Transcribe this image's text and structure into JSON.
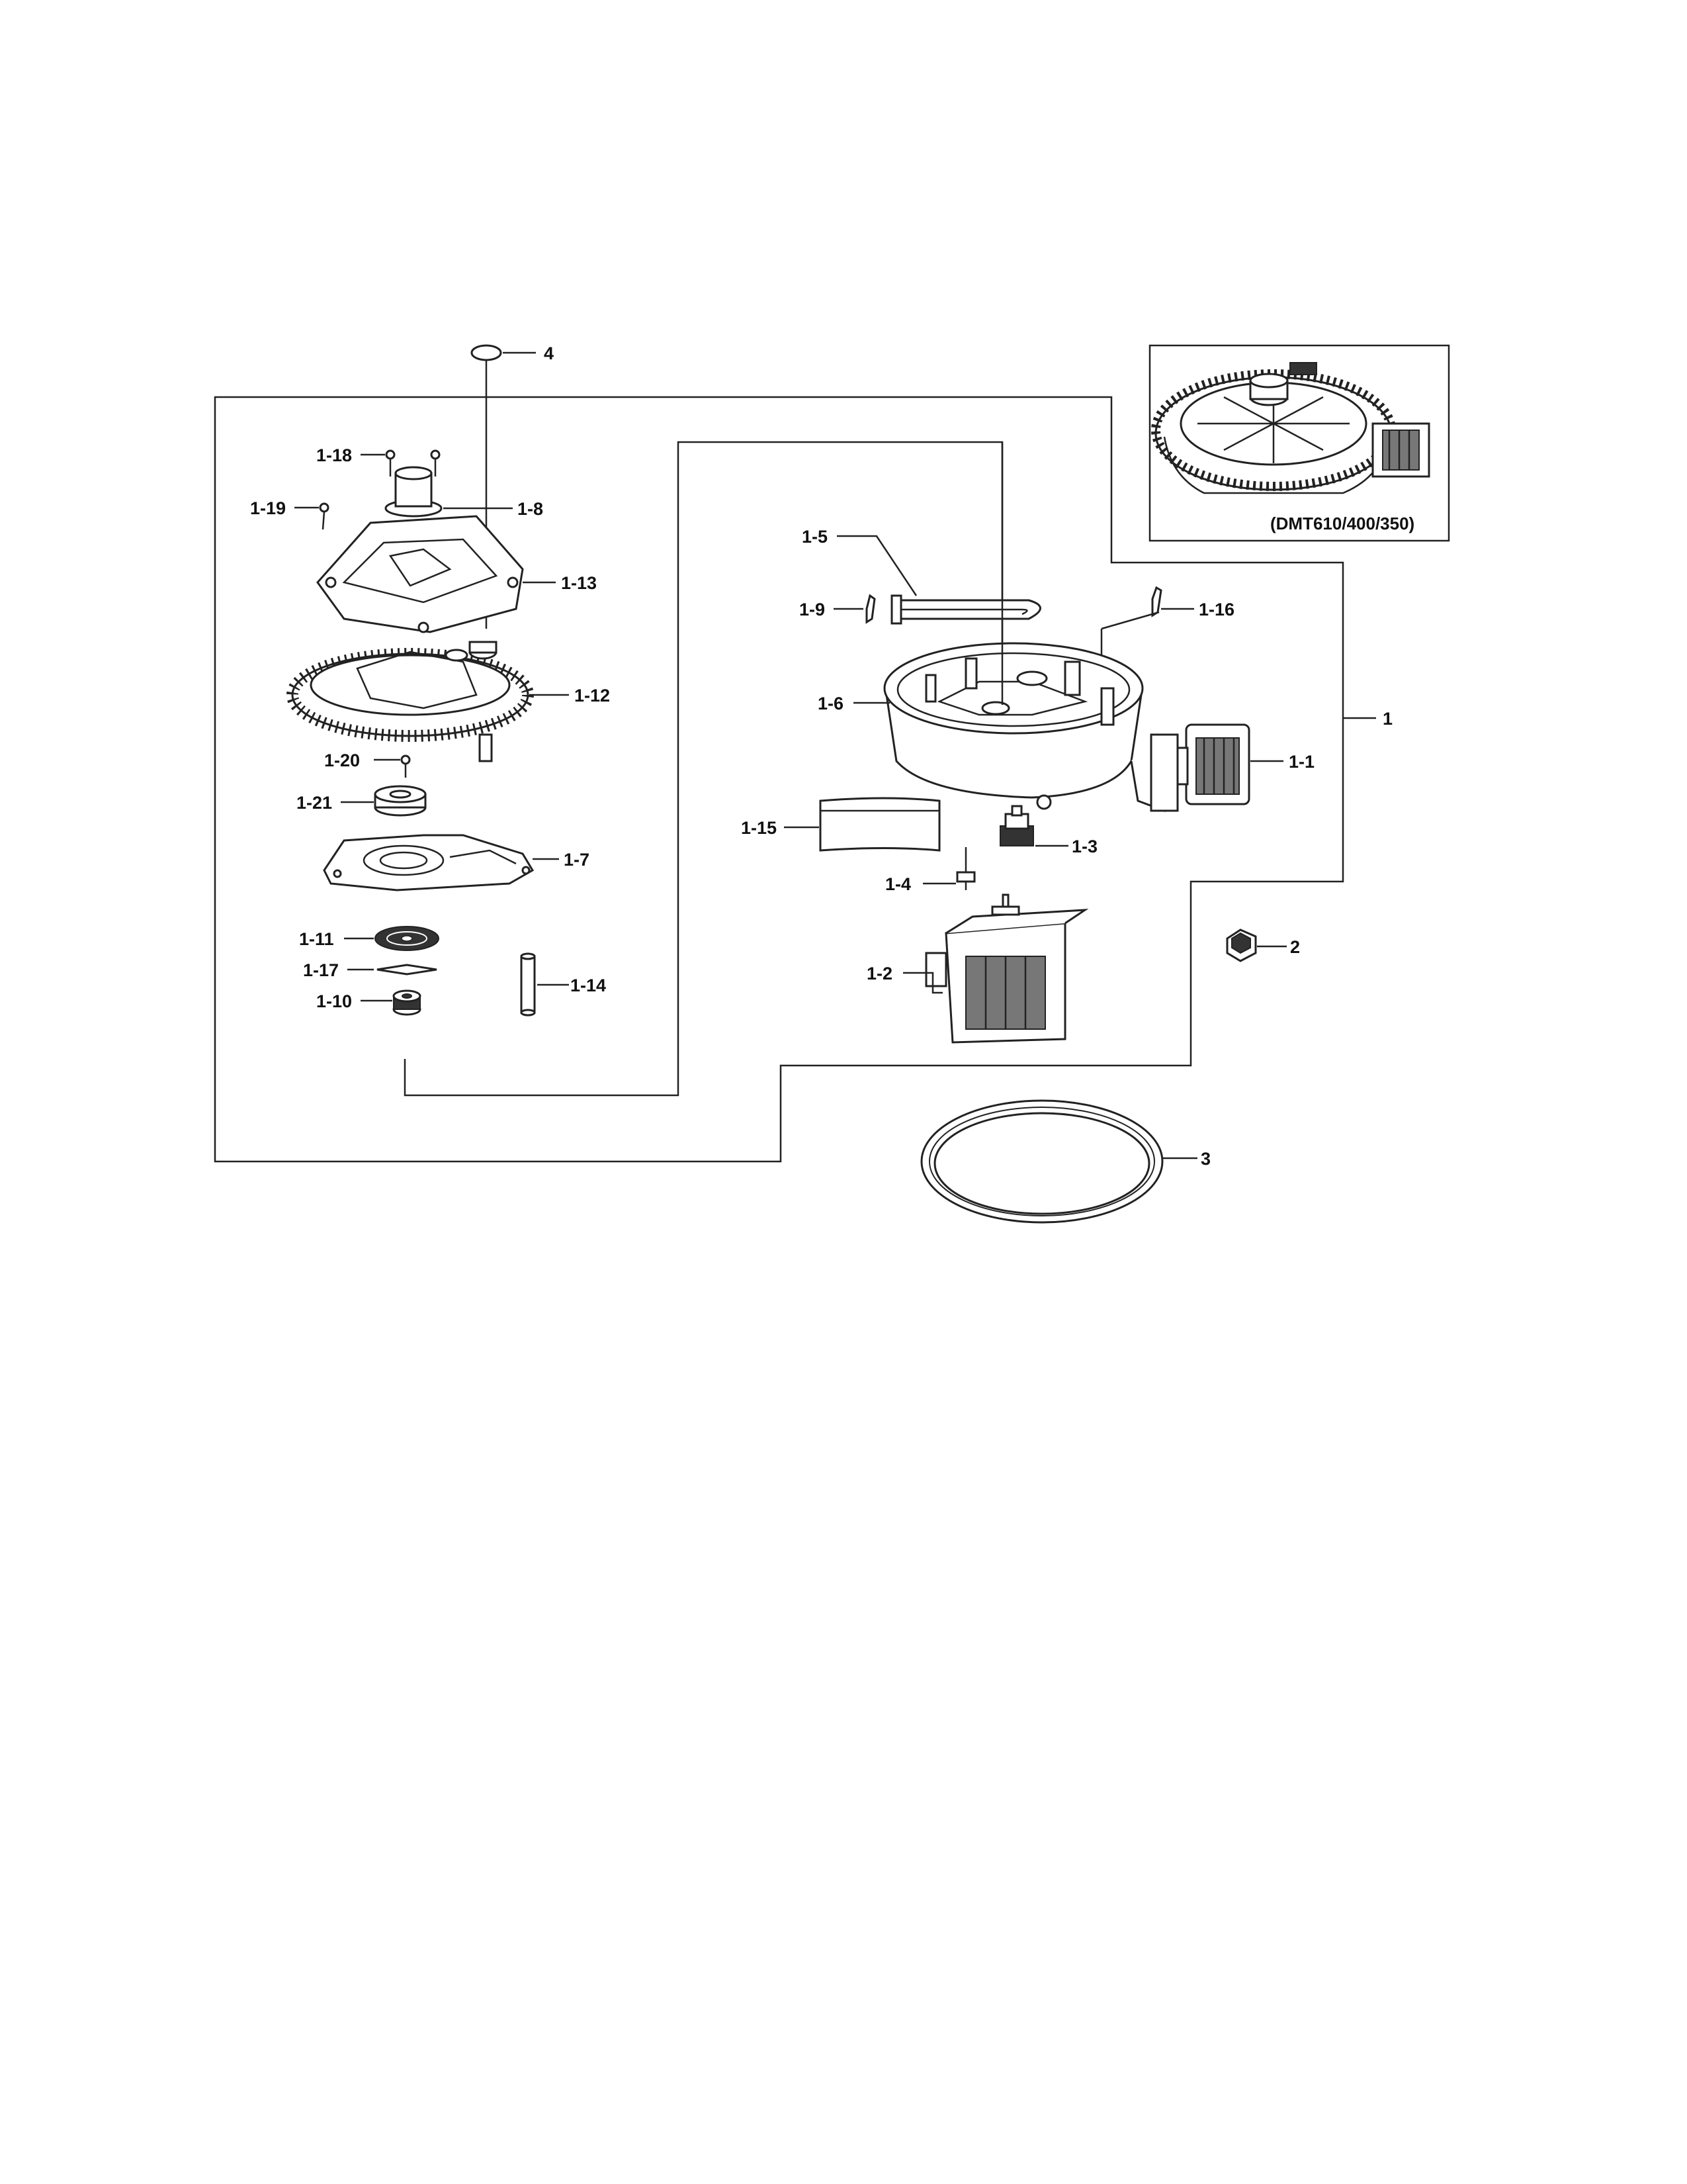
{
  "inset": {
    "caption": "(DMT610/400/350)"
  },
  "labels": {
    "p4": "4",
    "p1_18": "1-18",
    "p1_19": "1-19",
    "p1_8": "1-8",
    "p1_13": "1-13",
    "p1_12": "1-12",
    "p1_20": "1-20",
    "p1_21": "1-21",
    "p1_7": "1-7",
    "p1_11": "1-11",
    "p1_17": "1-17",
    "p1_10": "1-10",
    "p1_14": "1-14",
    "p1_5": "1-5",
    "p1_9": "1-9",
    "p1_16": "1-16",
    "p1_6": "1-6",
    "p1_1": "1-1",
    "p1": "1",
    "p1_15": "1-15",
    "p1_3": "1-3",
    "p1_4": "1-4",
    "p1_2": "1-2",
    "p2": "2",
    "p3": "3"
  }
}
